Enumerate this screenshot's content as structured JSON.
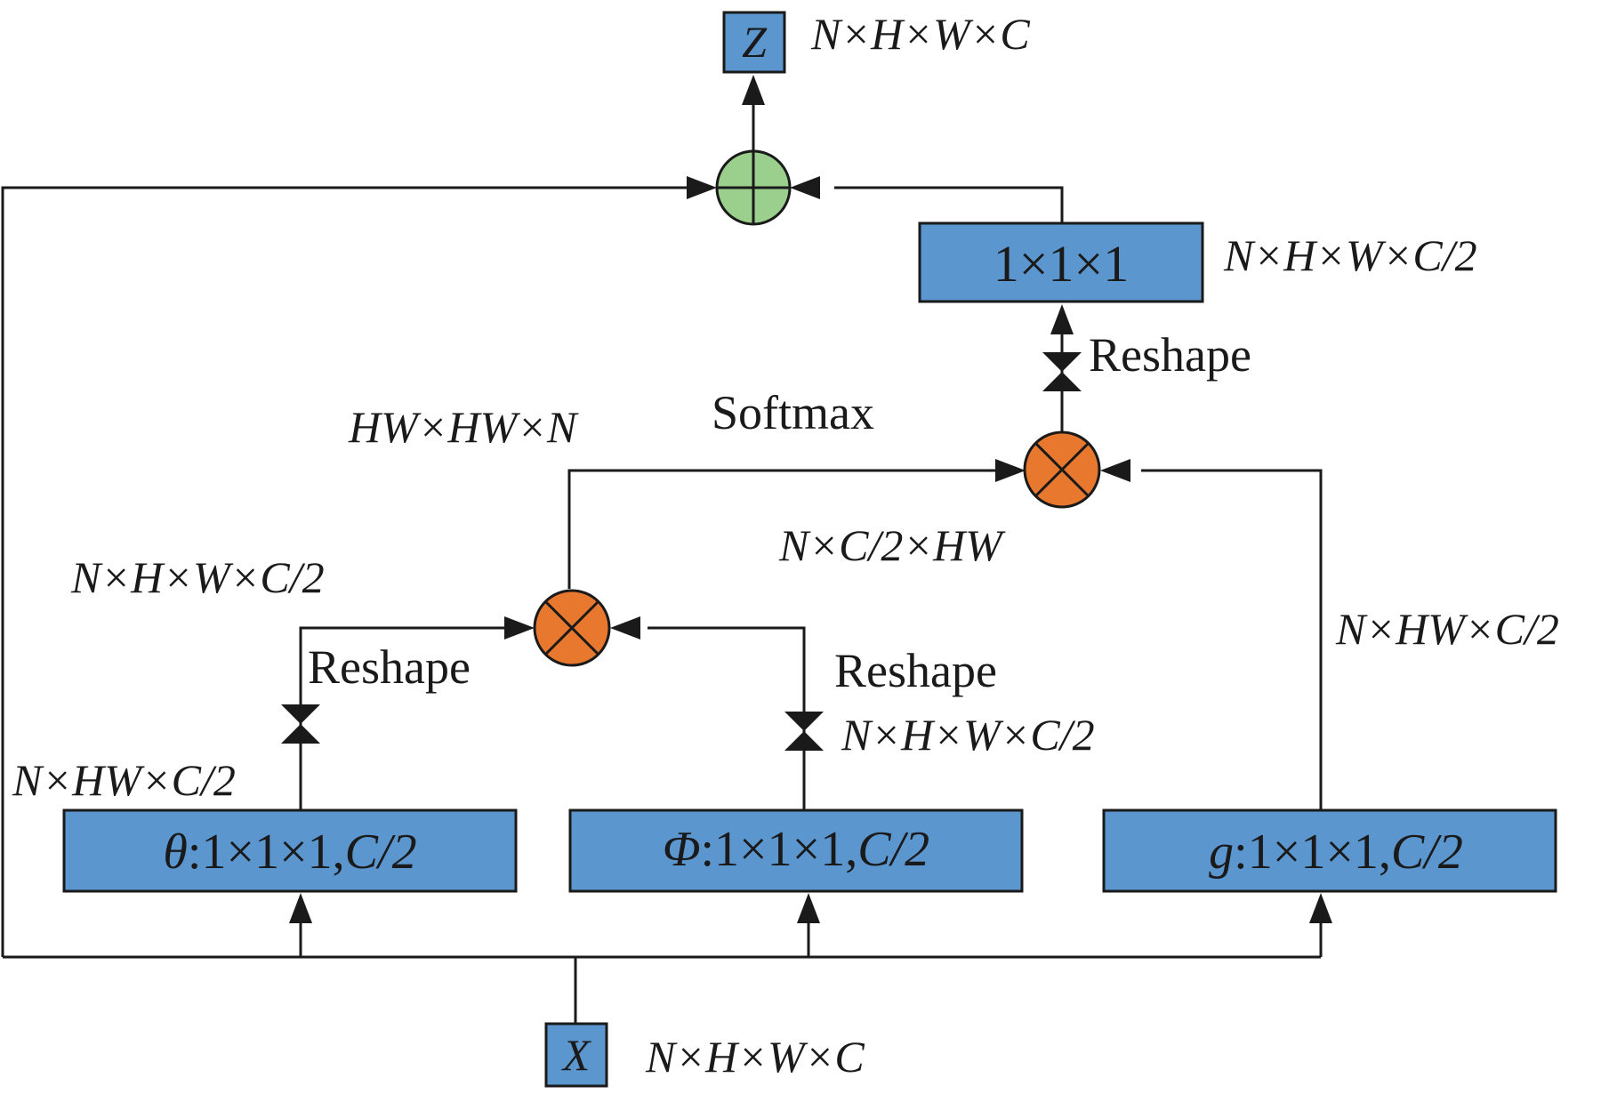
{
  "colors": {
    "box_fill": "#5b96cf",
    "add_node_fill": "#9bcf8d",
    "multiply_node_fill": "#e9782f",
    "line": "#1a1a1a"
  },
  "input": {
    "symbol": "X",
    "shape_label": "N×H×W×C"
  },
  "output": {
    "symbol": "Z",
    "shape_label": "N×H×W×C"
  },
  "branches": {
    "theta": {
      "symbol": "θ",
      "spec": ":1×1×1,",
      "channels": "C/2"
    },
    "phi": {
      "symbol": "Φ",
      "spec": ":1×1×1,",
      "channels": "C/2"
    },
    "g": {
      "symbol": "g",
      "spec": ":1×1×1,",
      "channels": "C/2"
    }
  },
  "output_conv": {
    "label": "1×1×1",
    "shape_label": "N×H×W×C/2"
  },
  "labels": {
    "reshape": "Reshape",
    "softmax": "Softmax",
    "theta_branch_shape": "N×HW×C/2",
    "theta_out_shape": "N×H×W×C/2",
    "phi_branch_shape": "N×H×W×C/2",
    "g_branch_shape": "N×HW×C/2",
    "affinity_shape": "HW×HW×N",
    "product_shape": "N×C/2×HW"
  },
  "nodes": {
    "add_symbol": "⊕",
    "multiply_symbol": "⊗"
  }
}
